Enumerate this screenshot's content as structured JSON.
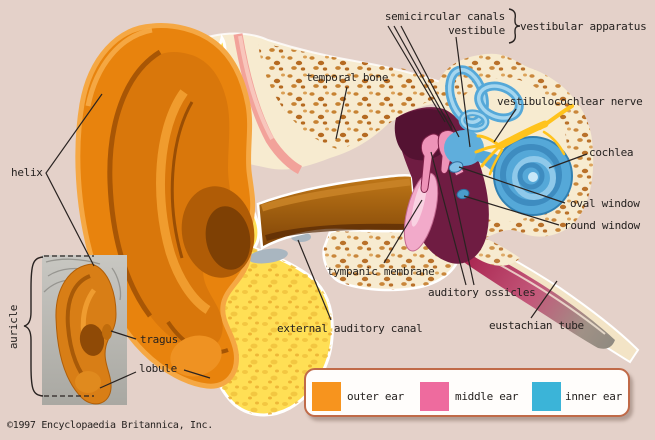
{
  "figure": {
    "subject": "structures of the human ear",
    "copyright": "©1997 Encyclopaedia Britannica, Inc."
  },
  "labels": {
    "semicircular_canals": "semicircular canals",
    "vestibule": "vestibule",
    "vestibular_apparatus": "vestibular apparatus",
    "temporal_bone": "temporal bone",
    "vestibulocochlear_nerve": "vestibulocochlear nerve",
    "cochlea": "cochlea",
    "oval_window": "oval window",
    "round_window": "round window",
    "helix": "helix",
    "tympanic_membrane": "tympanic membrane",
    "auditory_ossicles": "auditory ossicles",
    "external_auditory_canal": "external auditory canal",
    "eustachian_tube": "eustachian tube",
    "auricle": "auricle",
    "tragus": "tragus",
    "lobule": "lobule"
  },
  "legend": {
    "items": [
      {
        "label": "outer ear",
        "color": "#F7941E"
      },
      {
        "label": "middle ear",
        "color": "#EE6B9E"
      },
      {
        "label": "inner ear",
        "color": "#3BB4D8"
      }
    ]
  },
  "colors": {
    "background": "#E4D1C9",
    "legend_border": "#C06A48",
    "outer_ear": "#F7941E",
    "middle_ear": "#EE6B9E",
    "inner_ear": "#3BB4D8",
    "bone_cream": "#F7EBD0",
    "nerve_yellow": "#FFC31C",
    "label_text": "#262220"
  }
}
